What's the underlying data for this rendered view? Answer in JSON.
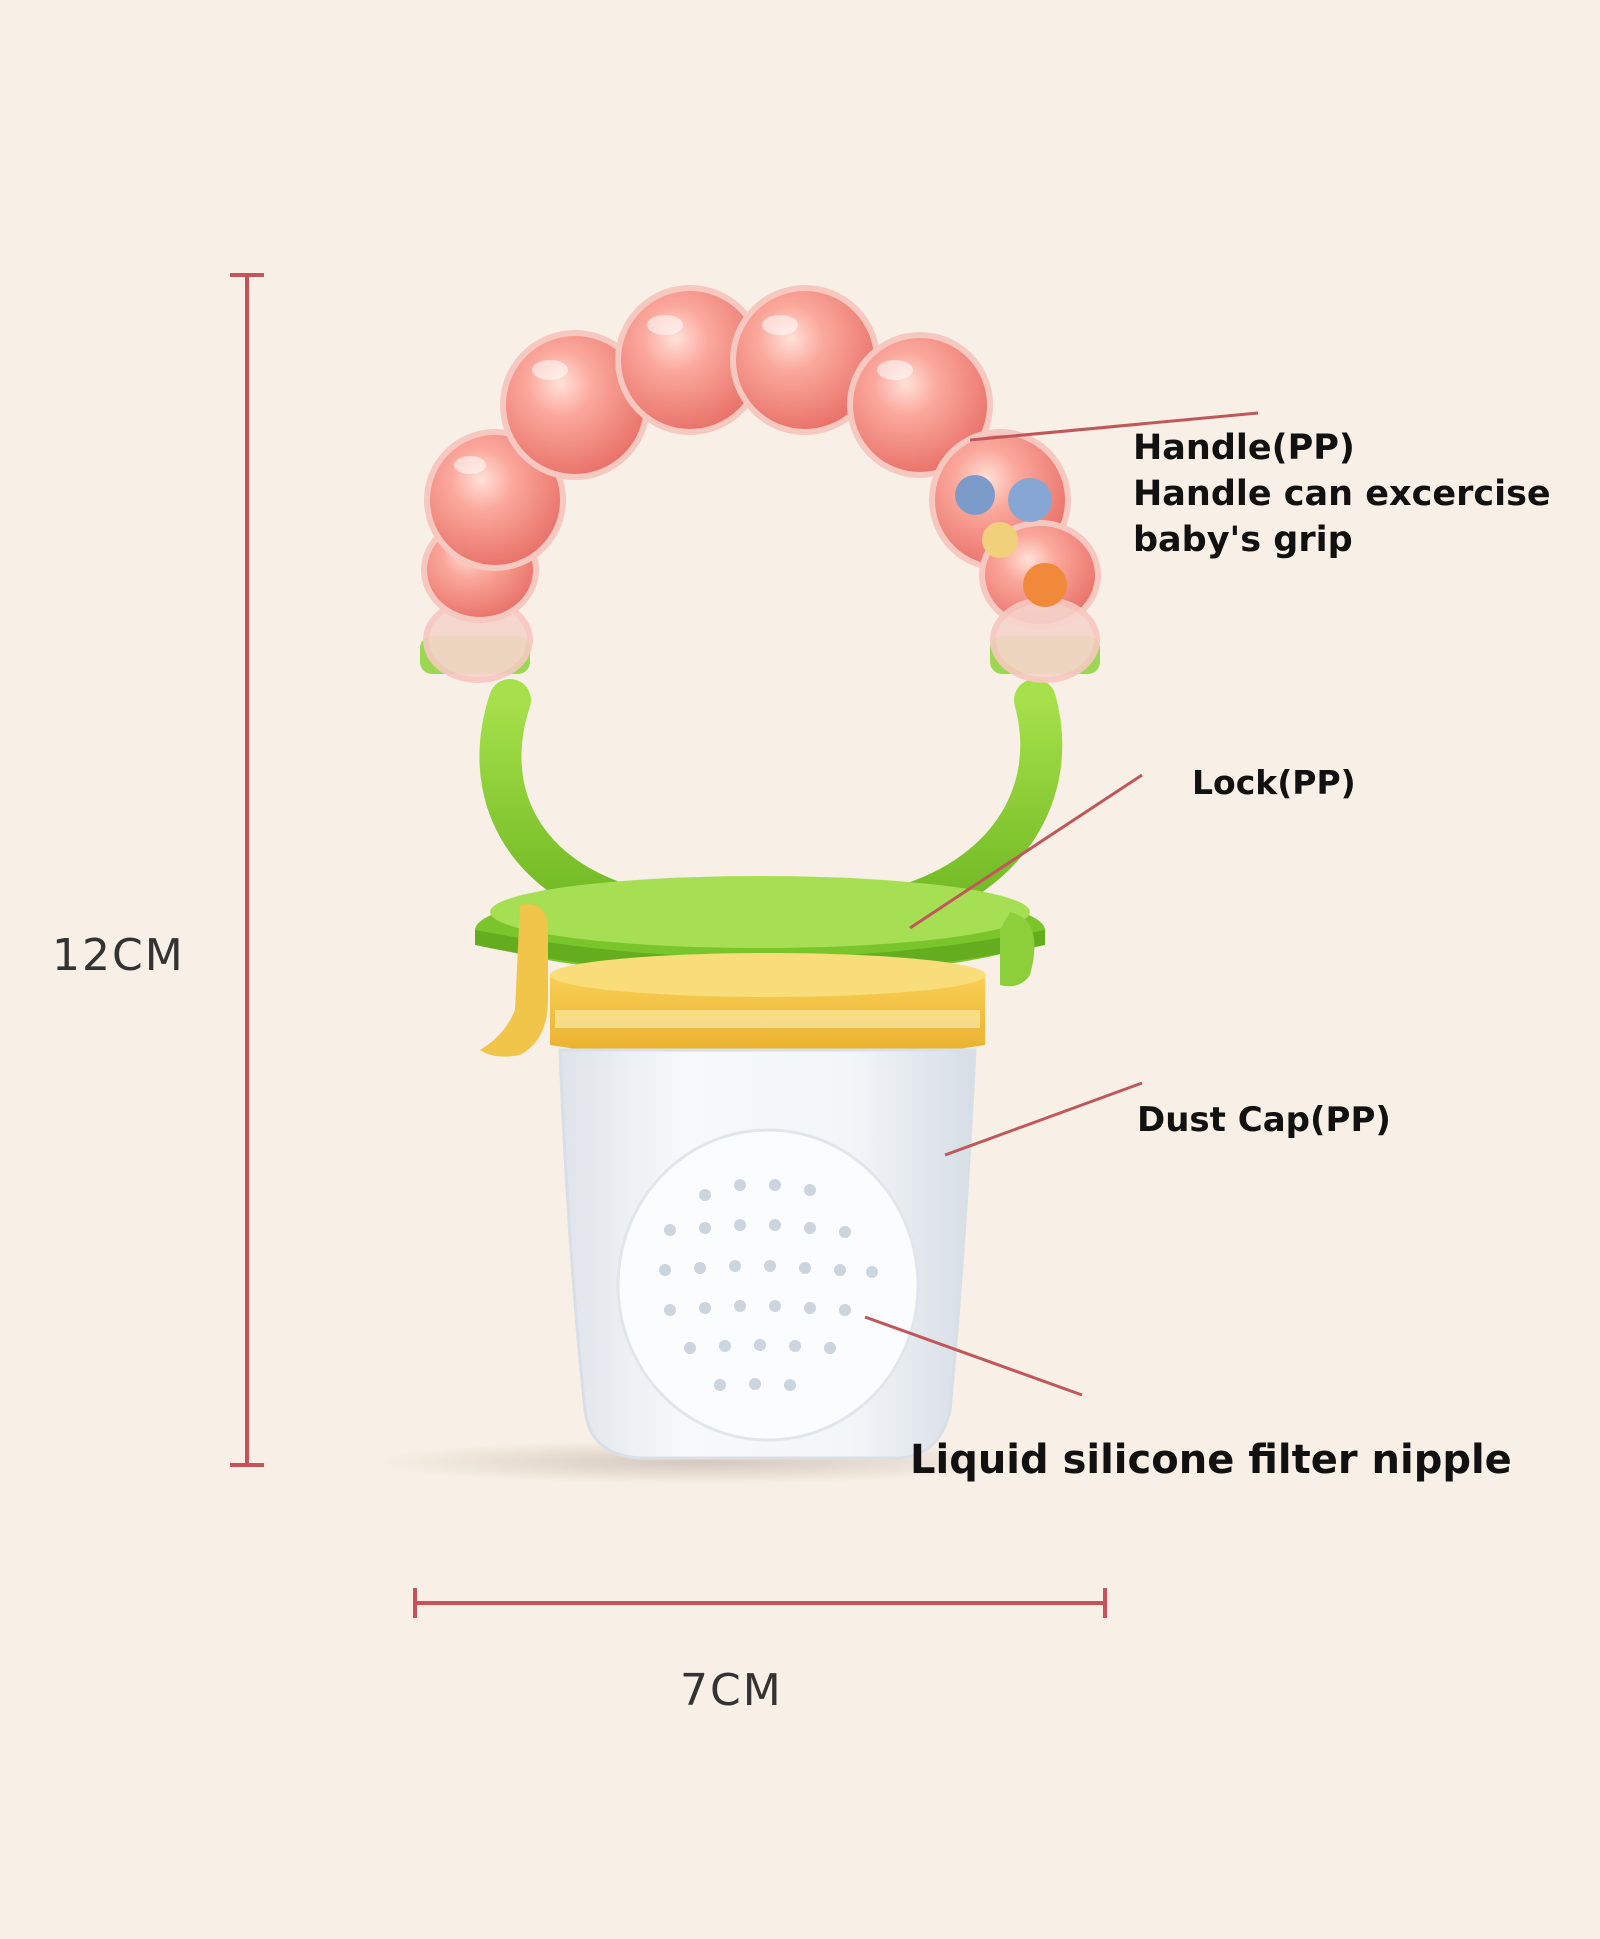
{
  "dimensions": {
    "height_label": "12CM",
    "width_label": "7CM"
  },
  "callouts": {
    "handle": {
      "title": "Handle(PP)",
      "line2": "Handle can excercise",
      "line3": "baby's grip"
    },
    "lock": {
      "title": "Lock(PP)"
    },
    "dust_cap": {
      "title": "Dust Cap(PP)"
    },
    "nipple": {
      "title": "Liquid silicone filter nipple"
    }
  },
  "colors": {
    "background": "#f8efe6",
    "dimension_line": "#c8525a",
    "leader_line": "#c0585b",
    "handle_pink": "#f39a90",
    "lock_green": "#8cd236",
    "ring_yellow": "#f2c13d",
    "silicone": "#edf0f3"
  },
  "icons": {
    "product": "baby-fruit-feeder-illustration"
  }
}
